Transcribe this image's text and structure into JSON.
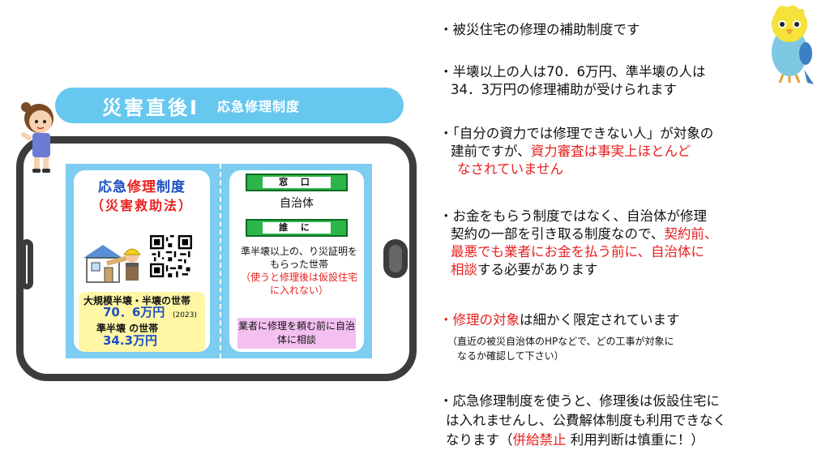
{
  "banner": {
    "title": "災害直後Ⅰ",
    "subtitle": "応急修理制度"
  },
  "left_card": {
    "title_a": "応急",
    "title_b": "修理",
    "title_c": "制度",
    "subtitle": "（災害救助法）",
    "line1": "大規模半壊・半壊の世帯",
    "amount1": "70．6万円",
    "year": "(2023)",
    "line2": "準半壊 の世帯",
    "amount2": "34.3万円"
  },
  "right_card": {
    "window_label": "窓 口",
    "window_value": "自治体",
    "who_label": "誰 に",
    "who_value": "準半壊以上の、り災証明をもらった世帯",
    "who_note": "（使うと修理後は仮設住宅に入れない）",
    "advice": "業者に修理を頼む前に自治体に相談"
  },
  "bullets": {
    "b1": "・被災住宅の修理の補助制度です",
    "b2_l1": "・半壊以上の人は70．6万円、準半壊の人は",
    "b2_l2": "34．3万円の修理補助が受けられます",
    "b3_l1": "・「自分の資力では修理できない人」が対象の",
    "b3_l2a": "建前ですが、",
    "b3_l2b": "資力審査は事実上ほとんど",
    "b3_l3": "なされていません",
    "b4_l1": "・お金をもらう制度ではなく、自治体が修理",
    "b4_l2a": "契約の一部を引き取る制度なので、",
    "b4_l2b": "契約前、",
    "b4_l3": "最悪でも業者にお金を払う前に、自治体に",
    "b4_l4a": "相談",
    "b4_l4b": "する必要があります",
    "b5_a": "・",
    "b5_b": "修理の対象",
    "b5_c": "は細かく限定されています",
    "b5_note1": "（直近の被災自治体のHPなどで、どの工事が対象に",
    "b5_note2": "なるか確認して下さい）",
    "b6_l1": "・応急修理制度を使うと、修理後は仮設住宅に",
    "b6_l2": "は入れませんし、公費解体制度も利用できなく",
    "b6_l3a": "なります（",
    "b6_l3b": "併給禁止",
    "b6_l3c": "  利用判断は慎重に！）"
  },
  "colors": {
    "accent_blue": "#66c8ef",
    "red": "#e82020",
    "green": "#2db54a"
  }
}
